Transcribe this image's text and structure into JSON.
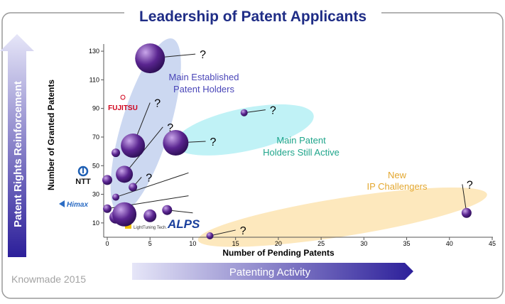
{
  "header": {
    "title": "Leadership of Patent Applicants"
  },
  "side_arrow_label": "Patent Rights Reinforcement",
  "bottom_arrow_label": "Patenting Activity",
  "footer": {
    "credit": "Knowmade 2015"
  },
  "colors": {
    "title": "#1f2d86",
    "bubble": "#5a2590",
    "bubble_highlight": "#c9a6ea",
    "ellipse_blue": "#c6d4f0",
    "ellipse_cyan": "#b9f1f5",
    "ellipse_orange": "#fde6b6",
    "label_blue": "#4a46b8",
    "label_green": "#1fa58b",
    "label_orange": "#e3a72f",
    "arrow_start": "#e6e6f8",
    "arrow_end": "#2c1f9a"
  },
  "chart_data": {
    "type": "scatter",
    "title": "",
    "xlabel": "Number of Pending Patents",
    "ylabel": "Number of Granted Patents",
    "xlim": [
      0,
      45
    ],
    "ylim": [
      0,
      135
    ],
    "x_ticks": [
      0,
      5,
      10,
      15,
      20,
      25,
      30,
      35,
      40,
      45
    ],
    "y_ticks": [
      10,
      30,
      50,
      70,
      90,
      110,
      130
    ],
    "grid": false,
    "points": [
      {
        "x": 5,
        "y": 125,
        "size": 21,
        "label": "?"
      },
      {
        "x": 1,
        "y": 59,
        "size": 6,
        "label": ""
      },
      {
        "x": 3,
        "y": 64,
        "size": 17,
        "label": "?"
      },
      {
        "x": 8,
        "y": 66,
        "size": 18,
        "label": "?"
      },
      {
        "x": 16,
        "y": 87,
        "size": 5,
        "label": "?"
      },
      {
        "x": 2,
        "y": 44,
        "size": 12,
        "label": "?"
      },
      {
        "x": 0,
        "y": 40,
        "size": 7,
        "label": ""
      },
      {
        "x": 3,
        "y": 35,
        "size": 6,
        "label": "?"
      },
      {
        "x": 1,
        "y": 28,
        "size": 5,
        "label": ""
      },
      {
        "x": 0,
        "y": 20,
        "size": 6,
        "label": ""
      },
      {
        "x": 1,
        "y": 14,
        "size": 9,
        "label": ""
      },
      {
        "x": 2,
        "y": 16,
        "size": 17,
        "label": ""
      },
      {
        "x": 5,
        "y": 15,
        "size": 9,
        "label": ""
      },
      {
        "x": 7,
        "y": 19,
        "size": 7,
        "label": ""
      },
      {
        "x": 12,
        "y": 1,
        "size": 5,
        "label": "?"
      },
      {
        "x": 42,
        "y": 17,
        "size": 7,
        "label": "?"
      }
    ],
    "question_marks": [
      {
        "from": 0,
        "x": 10.8,
        "y": 128
      },
      {
        "from": 2,
        "x": 5.5,
        "y": 94
      },
      {
        "from": 3,
        "x": 12,
        "y": 67
      },
      {
        "from": 4,
        "x": 19,
        "y": 89
      },
      {
        "from": 5,
        "x": 7,
        "y": 77
      },
      {
        "from": 7,
        "x": 4.5,
        "y": 42
      },
      {
        "from": 8,
        "x": 10,
        "y": 45
      },
      {
        "from": 9,
        "x": 10,
        "y": 29
      },
      {
        "from": 13,
        "x": 10.5,
        "y": 17
      },
      {
        "from": 14,
        "x": 15.5,
        "y": 5
      },
      {
        "from": 15,
        "x": 42,
        "y": 37
      }
    ],
    "clusters": [
      {
        "label_lines": [
          "Main Established",
          "Patent Holders"
        ],
        "color": "label_blue",
        "fill": "ellipse_blue"
      },
      {
        "label_lines": [
          "Main Patent",
          "Holders Still Active"
        ],
        "color": "label_green",
        "fill": "ellipse_cyan"
      },
      {
        "label_lines": [
          "New",
          "IP Challengers"
        ],
        "color": "label_orange",
        "fill": "ellipse_orange"
      }
    ],
    "annotations": [
      "FUJITSU",
      "NTT",
      "Himax",
      "LightTuning Tech.",
      "ALPS"
    ]
  }
}
